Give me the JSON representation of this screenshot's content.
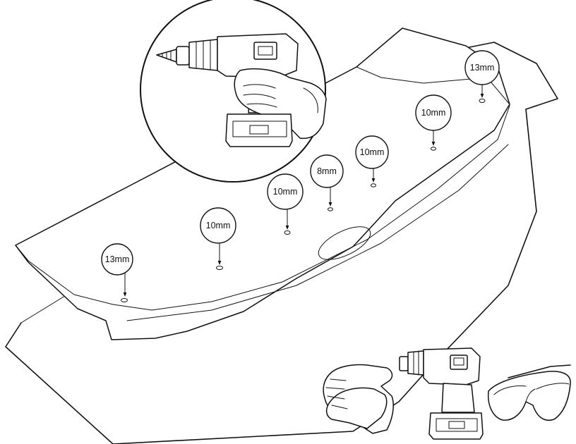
{
  "hole_labels": [
    {
      "text": "13mm"
    },
    {
      "text": "10mm"
    },
    {
      "text": "10mm"
    },
    {
      "text": "8mm"
    },
    {
      "text": "10mm"
    },
    {
      "text": "10mm"
    },
    {
      "text": "13mm"
    }
  ],
  "icons": {
    "drill_inset": "cordless-drill-with-step-bit-icon",
    "tools": [
      "work-gloves-icon",
      "cordless-drill-icon",
      "safety-glasses-icon"
    ]
  }
}
